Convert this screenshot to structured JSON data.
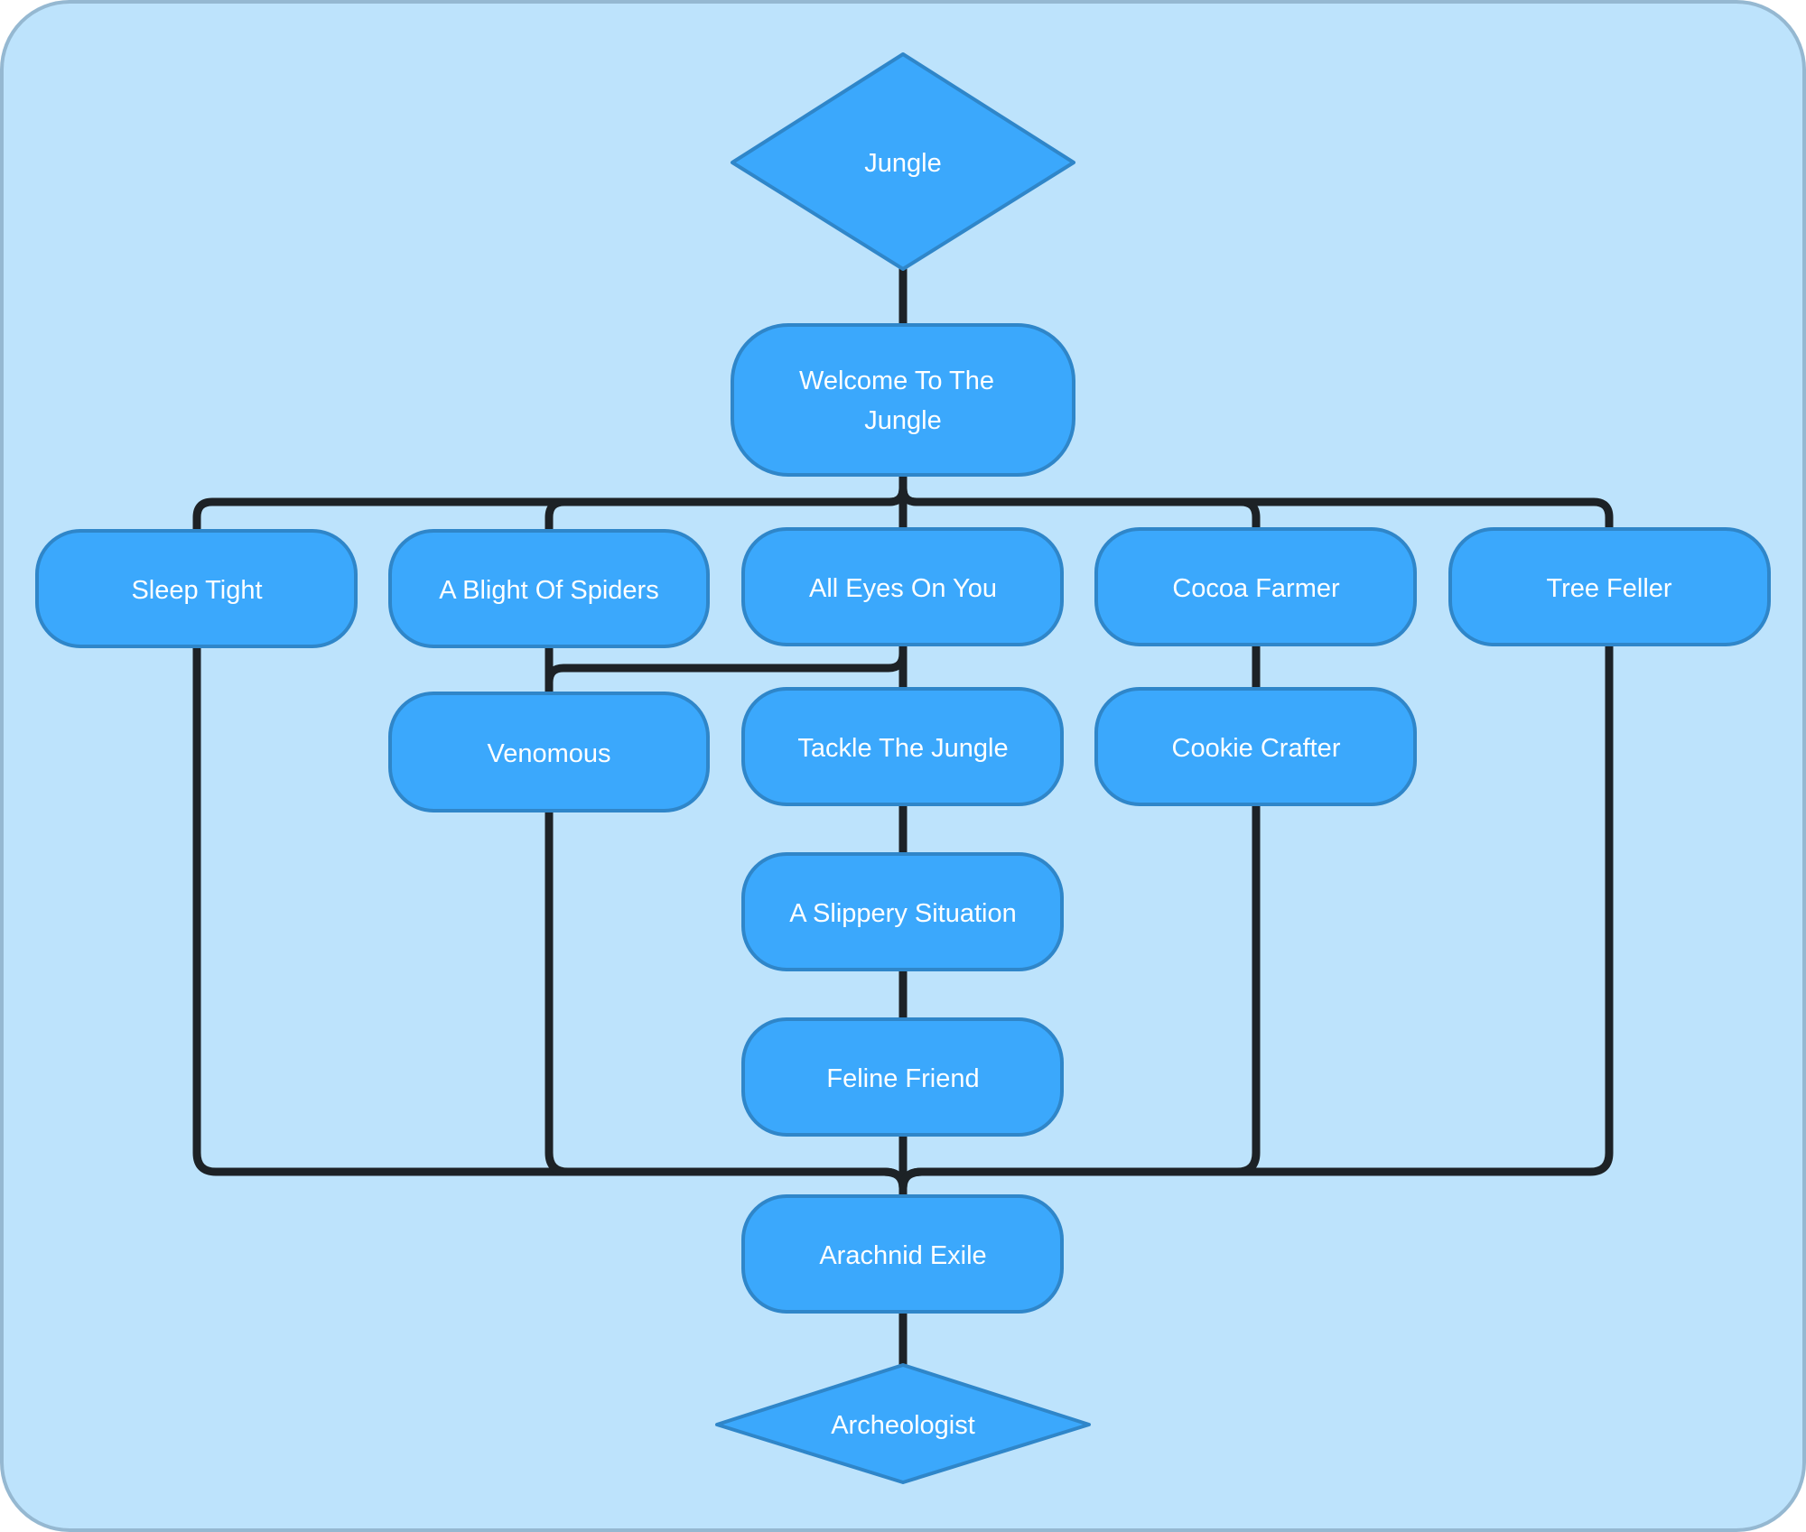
{
  "colors": {
    "background": "#bde3fc",
    "node_fill": "#3ba8fc",
    "node_stroke": "#2f86c9",
    "edge": "#1d2226",
    "text": "#ffffff"
  },
  "nodes": {
    "jungle": "Jungle",
    "welcome": [
      "Welcome To The",
      "Jungle"
    ],
    "sleep_tight": "Sleep Tight",
    "blight_spiders": "A Blight Of Spiders",
    "all_eyes": "All Eyes On You",
    "cocoa_farmer": "Cocoa Farmer",
    "tree_feller": "Tree Feller",
    "venomous": "Venomous",
    "tackle_jungle": "Tackle The Jungle",
    "cookie_crafter": "Cookie Crafter",
    "slippery": "A Slippery Situation",
    "feline_friend": "Feline Friend",
    "arachnid_exile": "Arachnid Exile",
    "archeologist": "Archeologist"
  }
}
